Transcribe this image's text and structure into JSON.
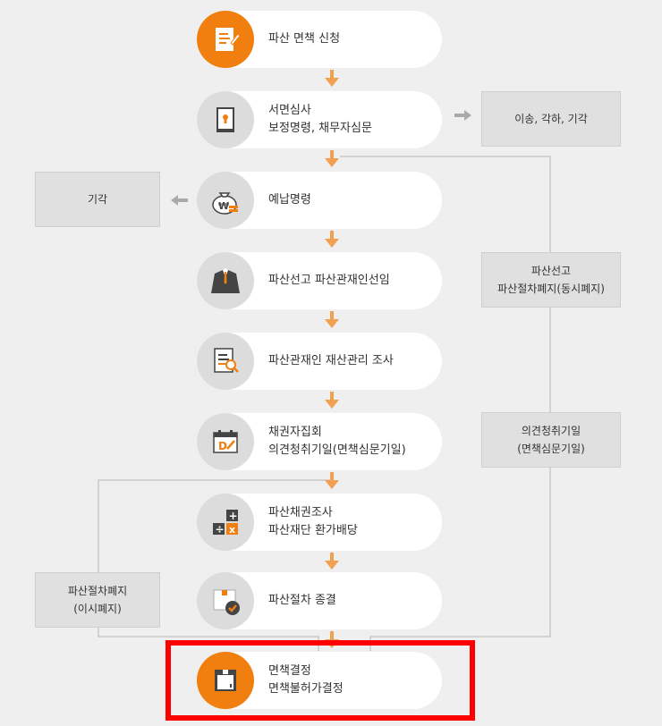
{
  "steps": [
    {
      "id": "apply",
      "lines": [
        "파산 면책 신청"
      ],
      "icon": "document-pen-icon",
      "accent": true
    },
    {
      "id": "review",
      "lines": [
        "서면심사",
        "보정명령, 채무자심문"
      ],
      "icon": "document-lock-icon",
      "accent": false
    },
    {
      "id": "deposit",
      "lines": [
        "예납명령"
      ],
      "icon": "money-bag-icon",
      "accent": false
    },
    {
      "id": "declaration",
      "lines": [
        "파산선고 파산관재인선임"
      ],
      "icon": "suit-person-icon",
      "accent": false
    },
    {
      "id": "investigation",
      "lines": [
        "파산관재인 재산관리 조사"
      ],
      "icon": "document-search-icon",
      "accent": false
    },
    {
      "id": "meeting",
      "lines": [
        "채권자집회",
        "의견청취기일(면책심문기일)"
      ],
      "icon": "calendar-icon",
      "accent": false
    },
    {
      "id": "distribution",
      "lines": [
        "파산채권조사",
        "파산재단 환가배당"
      ],
      "icon": "calculator-icon",
      "accent": false
    },
    {
      "id": "closing",
      "lines": [
        "파산절차 종결"
      ],
      "icon": "box-check-icon",
      "accent": false
    },
    {
      "id": "decision",
      "lines": [
        "면책결정",
        "면책불허가결정"
      ],
      "icon": "box-icon",
      "accent": true
    }
  ],
  "side_boxes": {
    "transfer": [
      "이송, 각하, 기각"
    ],
    "dismiss": [
      "기각"
    ],
    "simultaneous": [
      "파산선고",
      "파산절차폐지(동시폐지)"
    ],
    "hearing": [
      "의견청취기일",
      "(면책심문기일)"
    ],
    "discontinue": [
      "파산절차폐지",
      "(이시폐지)"
    ]
  },
  "colors": {
    "accent": "#f07f0f",
    "arrow": "#f0a050",
    "gray_arrow": "#aaaaaa",
    "highlight": "#ff0000"
  }
}
